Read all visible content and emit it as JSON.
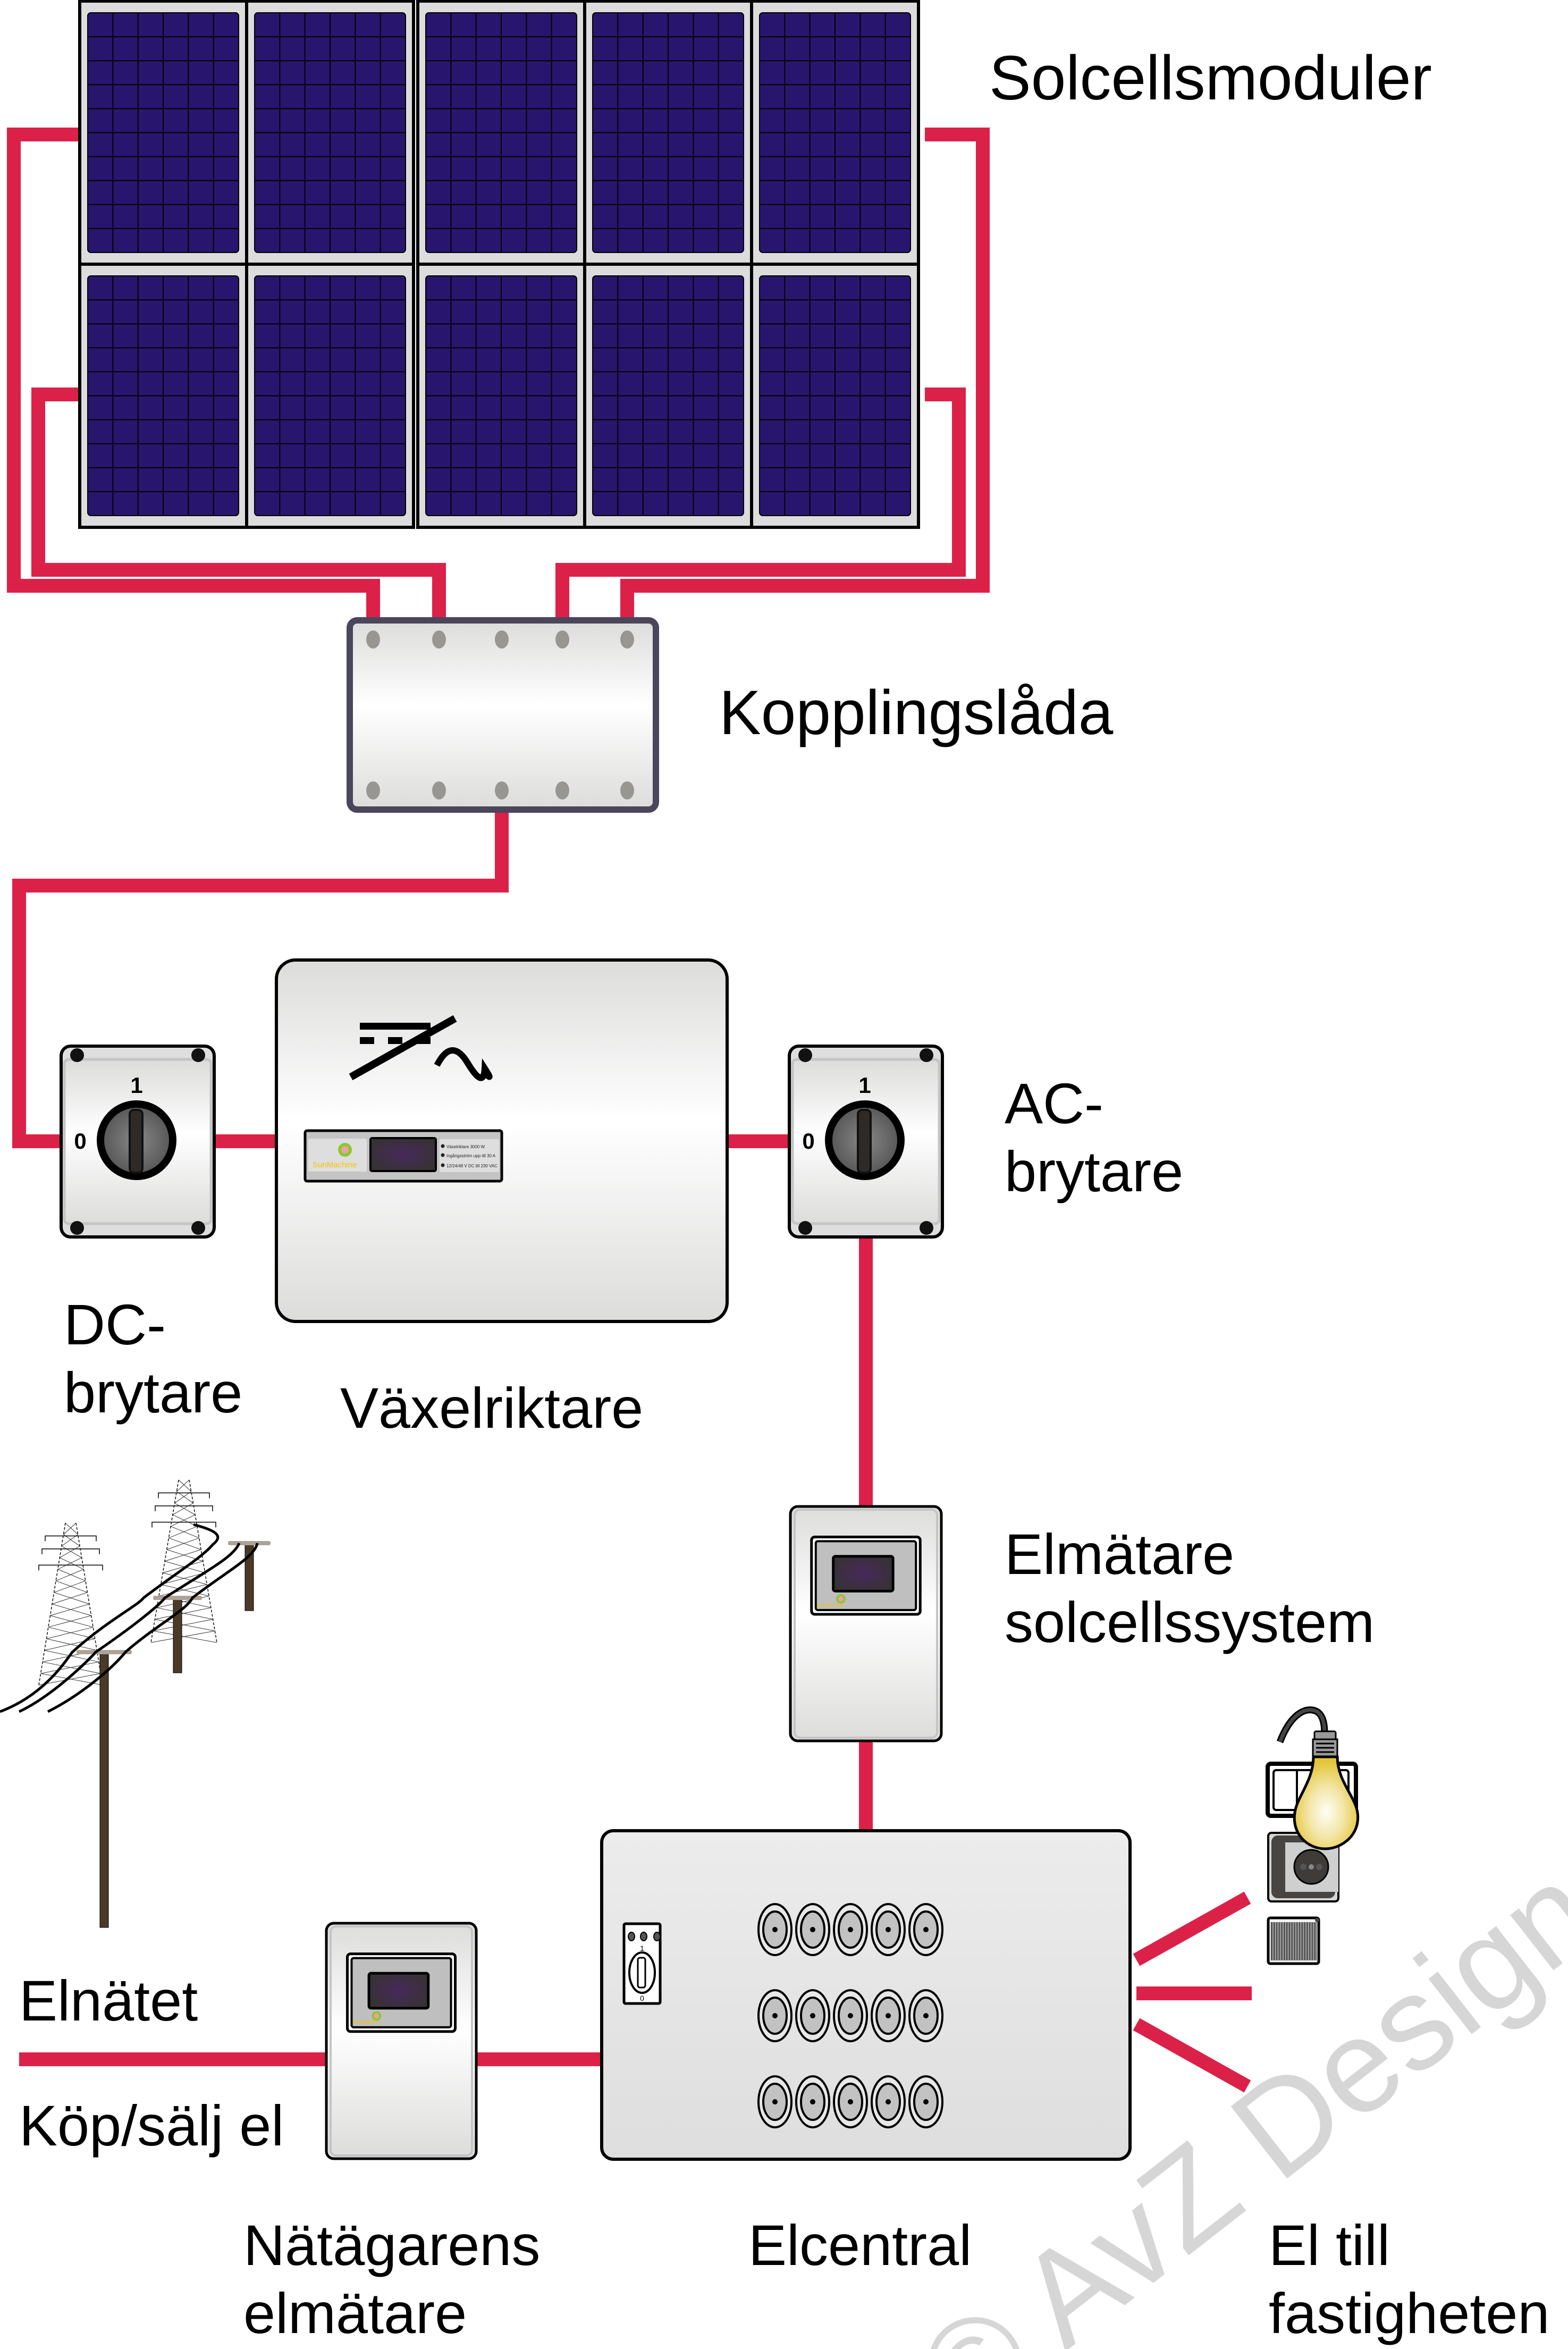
{
  "labels": {
    "solar_modules": "Solcellsmoduler",
    "junction_box": "Kopplingslåda",
    "dc_switch_line1": "DC-",
    "dc_switch_line2": "brytare",
    "inverter": "Växelriktare",
    "ac_switch_line1": "AC-",
    "ac_switch_line2": "brytare",
    "solar_meter_line1": "Elmätare",
    "solar_meter_line2": "solcellssystem",
    "grid": "Elnätet",
    "buy_sell": "Köp/sälj el",
    "grid_meter_line1": "Nätägarens",
    "grid_meter_line2": "elmätare",
    "distribution_board": "Elcentral",
    "property_line1": "El till",
    "property_line2": "fastigheten"
  },
  "inverter": {
    "brand": "SunMachine",
    "specs": [
      "Växelriktare 3000 W",
      "Ingångsström upp till 30 A",
      "12/24/48 V DC till 230 VAC"
    ]
  },
  "switches": {
    "on_mark": "1",
    "off_mark": "0"
  },
  "meters": {
    "brand": "SunMachine"
  },
  "solar_array": {
    "module_groups": [
      2,
      3
    ],
    "rows": 2,
    "cells_per_module_cols": 6,
    "cells_per_module_rows": 10
  },
  "distribution_board": {
    "fuse_rows": 3,
    "fuse_cols": 5,
    "main_switch_on": "1",
    "main_switch_off": "0"
  },
  "watermark": "© AvZ Design",
  "colors": {
    "wire": "#dc2149",
    "cell": "#28166e",
    "module_frame": "#dcdcdc",
    "housing": "#e6e6e6",
    "outline": "#000000",
    "junction_outline": "#4b465b",
    "terminal": "#979693",
    "display": "#3a2f42",
    "pole": "#4a3a27",
    "crossarm": "#aca298",
    "bulb": "#e8c93a",
    "brand_text": "#f5c400",
    "sun_rays": "#8ac832",
    "socket_frame": "#484442"
  }
}
